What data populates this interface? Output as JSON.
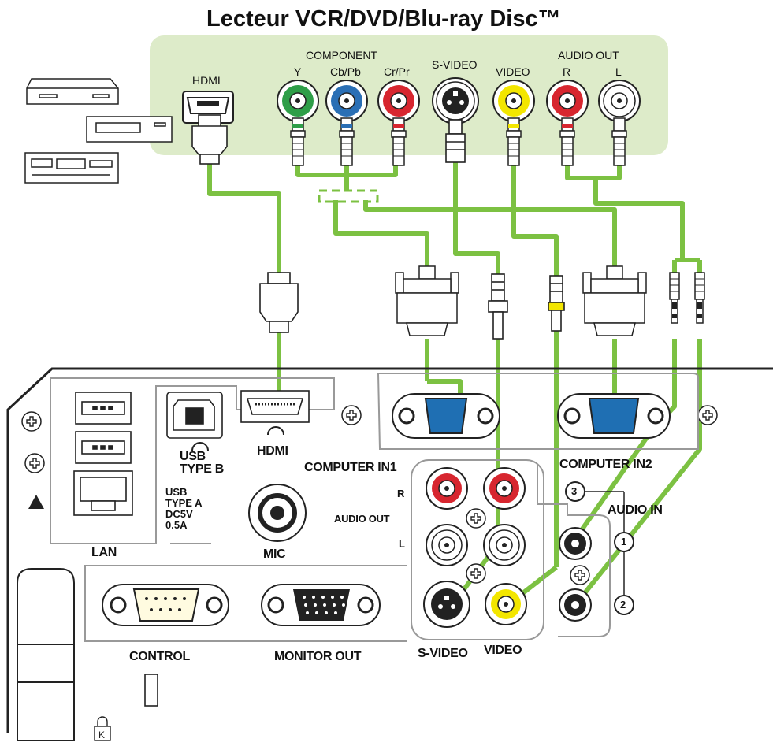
{
  "title": "Lecteur VCR/DVD/Blu-ray Disc™",
  "source": {
    "component_label": "COMPONENT",
    "hdmi": "HDMI",
    "y": "Y",
    "cb_pb": "Cb/Pb",
    "cr_pr": "Cr/Pr",
    "svideo": "S-VIDEO",
    "video": "VIDEO",
    "audio_out": "AUDIO OUT",
    "r": "R",
    "l": "L"
  },
  "projector": {
    "lan": "LAN",
    "usb_type_b": "USB\nTYPE B",
    "usb_type_a": "USB\nTYPE A\nDC5V\n0.5A",
    "hdmi": "HDMI",
    "mic": "MIC",
    "computer_in1": "COMPUTER IN1",
    "computer_in2": "COMPUTER IN2",
    "audio_out": "AUDIO OUT",
    "r": "R",
    "l": "L",
    "audio_in": "AUDIO IN",
    "audio_in_3": "3",
    "audio_in_1": "1",
    "audio_in_2": "2",
    "svideo": "S-VIDEO",
    "video": "VIDEO",
    "control": "CONTROL",
    "monitor_out": "MONITOR OUT"
  },
  "colors": {
    "source_bg": "#ddebc9",
    "cable": "#7cc142",
    "jack_green": "#2e9e48",
    "jack_blue": "#2a6fb5",
    "jack_red": "#d7262f",
    "jack_yellow": "#f3e600",
    "vga_blue": "#1f6fb3"
  }
}
